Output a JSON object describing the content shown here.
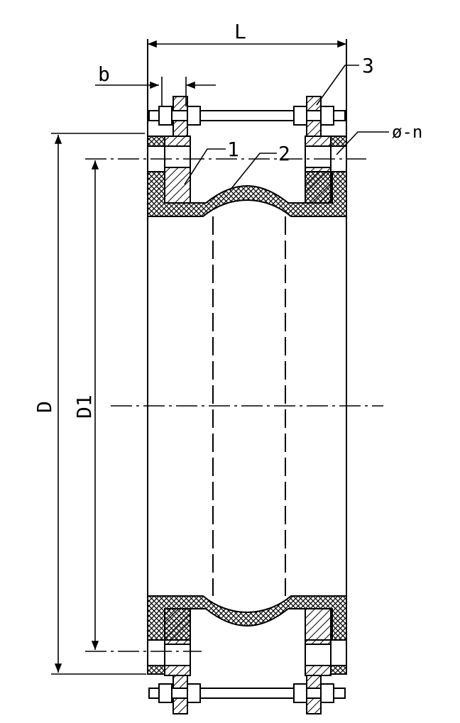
{
  "labels": {
    "length": "L",
    "thickness": "b",
    "outer_diameter": "D",
    "bolt_circle": "D1",
    "holes": "ø-n",
    "part_1": "1",
    "part_2": "2",
    "part_3": "3"
  }
}
